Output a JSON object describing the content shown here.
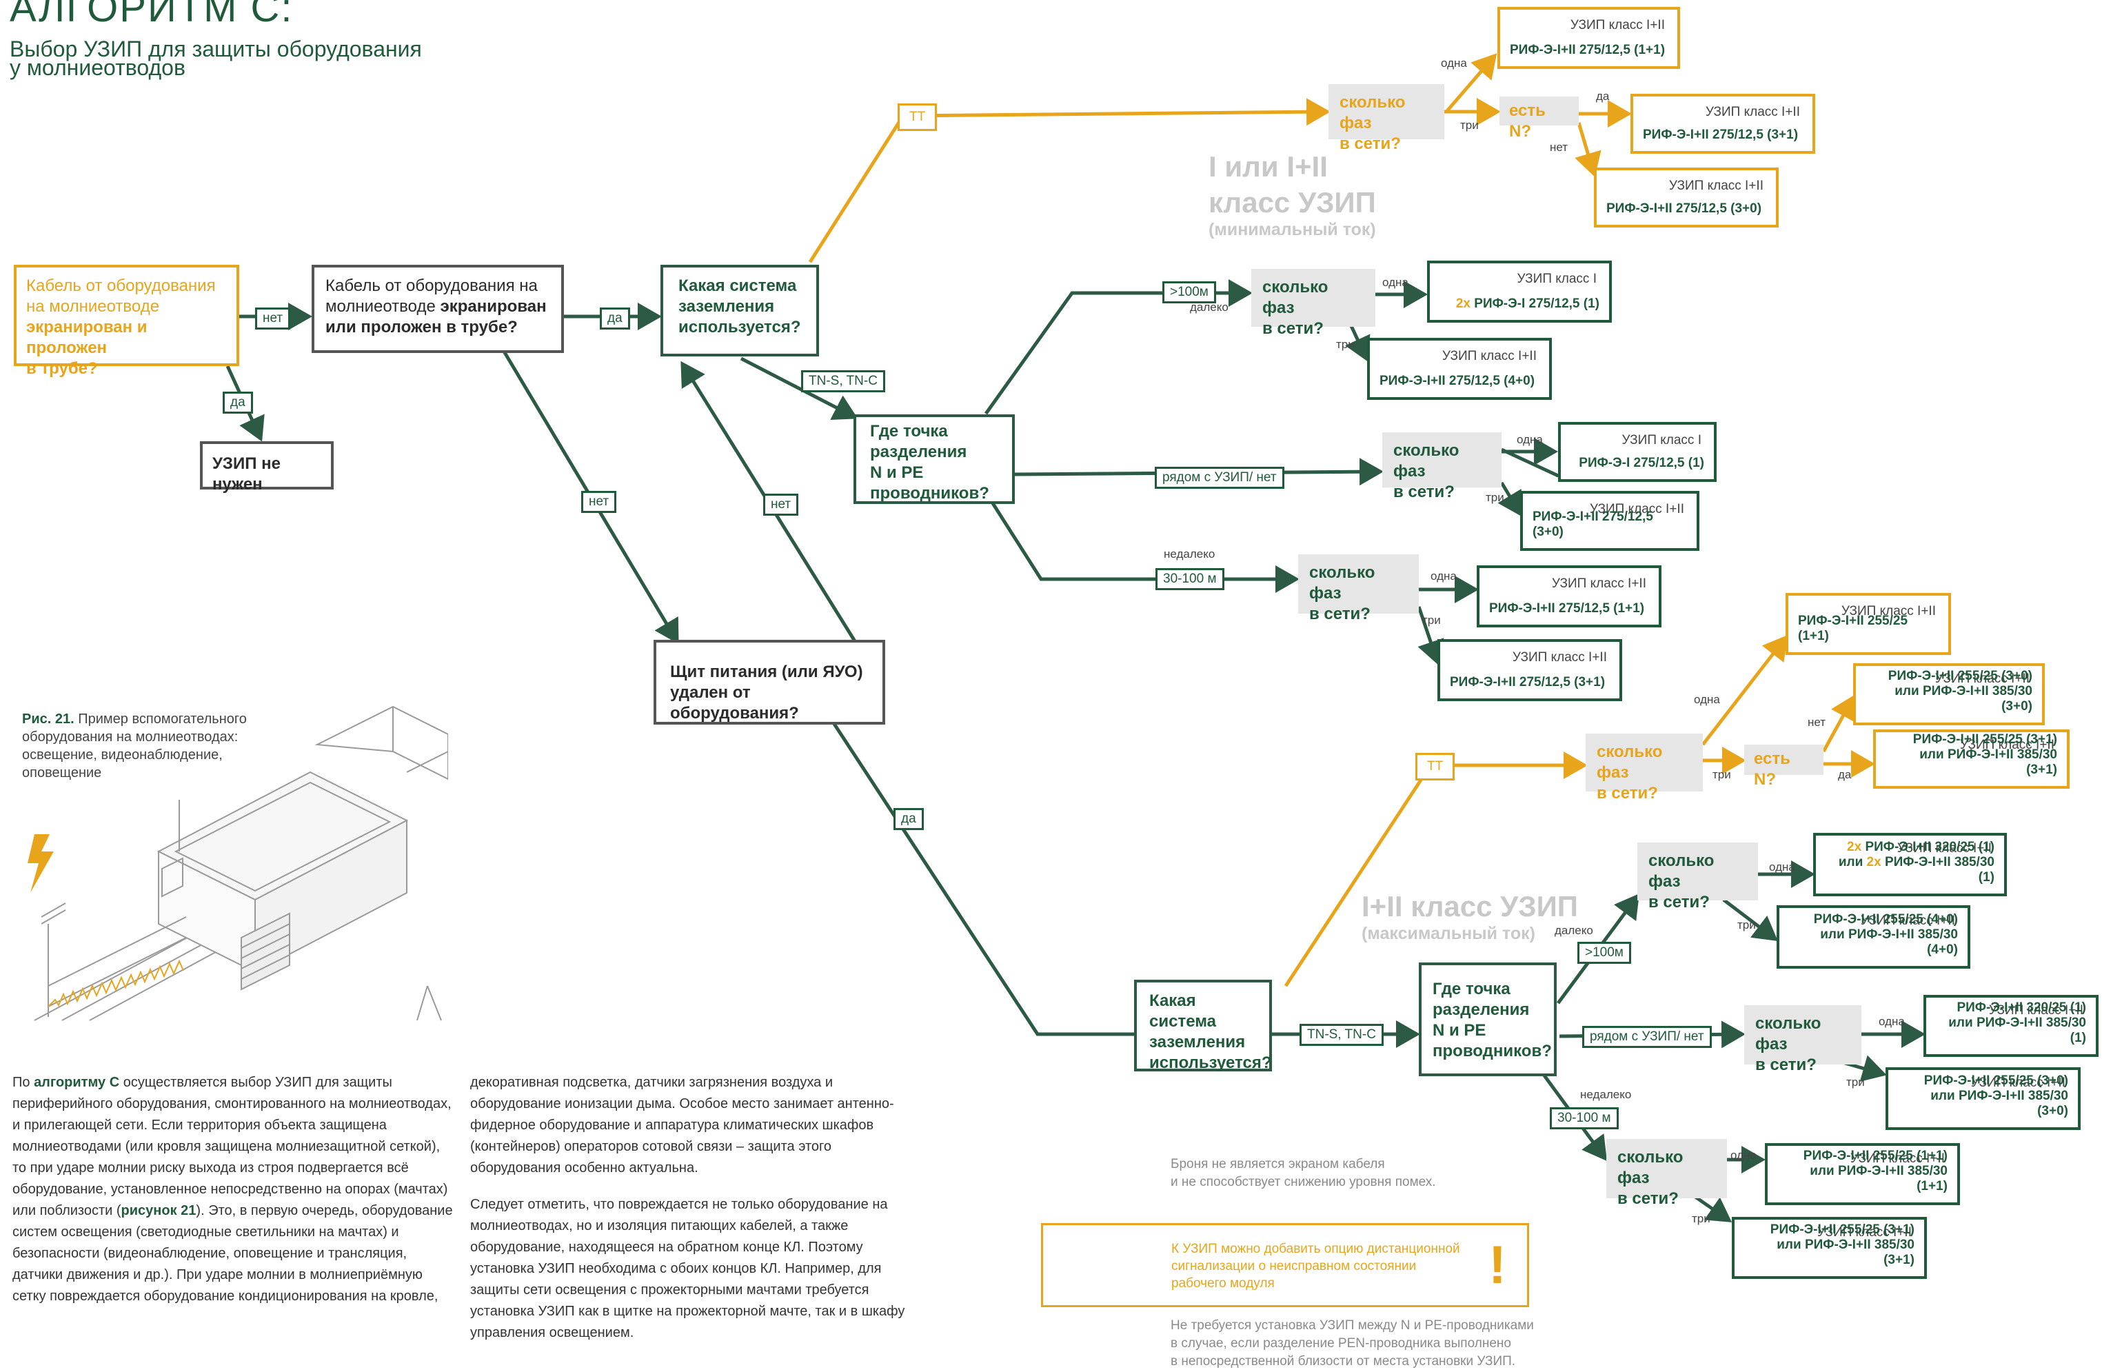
{
  "header": {
    "title": "АЛГОРИТМ С:",
    "subtitle_line1": "Выбор УЗИП для защиты оборудования",
    "subtitle_line2": "у молниеотводов"
  },
  "nodes": {
    "start_line1": "Кабель от оборудования",
    "start_line2": "на молниеотводе",
    "start_line3": "экранирован и проложен",
    "start_line4": "в трубе?",
    "q2_line1": "Кабель от оборудования на",
    "q2_line2": "молниеотводе ",
    "q2_bold2": "экранирован",
    "q2_line3": "или проложен в трубе?",
    "no_spd": "УЗИП не нужен",
    "grounding1_line1": "Какая система",
    "grounding1_line2": "заземления",
    "grounding1_line3": "используется?",
    "panel_line1": "Щит питания (или ЯУО)",
    "panel_line2": "удален от оборудования?",
    "split1_line1": "Где точка",
    "split1_line2": "разделения",
    "split1_line3": "N и PE",
    "split1_line4": "проводников?",
    "grounding2_line1": "Какая система",
    "grounding2_line2": "заземления",
    "grounding2_line3": "используется?",
    "split2_line1": "Где точка",
    "split2_line2": "разделения",
    "split2_line3": "N и PE",
    "split2_line4": "проводников?"
  },
  "questions": {
    "phases_l1": "сколько фаз",
    "phases_l2": "в сети?",
    "has_n": "есть N?"
  },
  "edge_labels": {
    "yes": "да",
    "no": "нет",
    "tt": "ТТ",
    "tns_tnc": "TN-S, TN-C",
    "over100": ">100м",
    "far": "далеко",
    "near_spd": "рядом с УЗИП/ нет",
    "near_spd2": "рядом с УЗИП/ нет",
    "not_far": "недалеко",
    "range_30_100": "30-100 м",
    "one": "одна",
    "three": "три"
  },
  "class_labels": {
    "min_line1": "I или I+II",
    "min_line2": "класс УЗИП",
    "min_sub": "(минимальный ток)",
    "max_line1": "I+II класс УЗИП",
    "max_sub": "(максимальный ток)"
  },
  "results": [
    {
      "cls": "УЗИП класс I+II",
      "val": "РИФ-Э-I+II 275/12,5 (1+1)"
    },
    {
      "cls": "УЗИП класс I+II",
      "val": "РИФ-Э-I+II 275/12,5 (3+1)"
    },
    {
      "cls": "УЗИП класс I+II",
      "val": "РИФ-Э-I+II 275/12,5 (3+0)"
    },
    {
      "cls": "УЗИП класс I",
      "prefix": "2х ",
      "val": "РИФ-Э-I 275/12,5 (1)"
    },
    {
      "cls": "УЗИП класс I+II",
      "val": "РИФ-Э-I+II 275/12,5 (4+0)"
    },
    {
      "cls": "УЗИП класс I",
      "val": "РИФ-Э-I 275/12,5 (1)"
    },
    {
      "cls": "УЗИП класс I+II",
      "val": "РИФ-Э-I+II 275/12,5 (3+0)"
    },
    {
      "cls": "УЗИП класс I+II",
      "val": "РИФ-Э-I+II 275/12,5 (1+1)"
    },
    {
      "cls": "УЗИП класс I+II",
      "val": "РИФ-Э-I+II 275/12,5 (3+1)"
    },
    {
      "cls": "УЗИП класс I+II",
      "val": "РИФ-Э-I+II 255/25 (1+1)"
    },
    {
      "cls": "УЗИП класс I+II",
      "val": "РИФ-Э-I+II 255/25 (3+0)",
      "val2": "или РИФ-Э-I+II 385/30 (3+0)"
    },
    {
      "cls": "УЗИП класс I+II",
      "val": "РИФ-Э-I+II 255/25 (3+1)",
      "val2": "или РИФ-Э-I+II 385/30 (3+1)"
    },
    {
      "cls": "УЗИП класс I+II",
      "prefix": "2х ",
      "val": "РИФ-Э-I+II 320/25 (1)",
      "pre2": "или ",
      "prefix2": "2х ",
      "val2": "РИФ-Э-I+II 385/30 (1)"
    },
    {
      "cls": "УЗИП класс I+II",
      "val": "РИФ-Э-I+II 255/25 (4+0)",
      "val2": "или РИФ-Э-I+II 385/30 (4+0)"
    },
    {
      "cls": "УЗИП класс I+II",
      "val": "РИФ-Э-I+II 320/25 (1)",
      "val2": "или РИФ-Э-I+II 385/30 (1)"
    },
    {
      "cls": "УЗИП класс I+II",
      "val": "РИФ-Э-I+II 255/25 (3+0)",
      "val2": "или РИФ-Э-I+II 385/30 (3+0)"
    },
    {
      "cls": "УЗИП класс I+II",
      "val": "РИФ-Э-I+II 255/25 (1+1)",
      "val2": "или РИФ-Э-I+II 385/30 (1+1)"
    },
    {
      "cls": "УЗИП класс I+II",
      "val": "РИФ-Э-I+II 255/25 (3+1)",
      "val2": "или РИФ-Э-I+II 385/30 (3+1)"
    }
  ],
  "figure": {
    "caption_bold": "Рис. 21.",
    "caption_rest": " Пример вспомогательного оборудования на молниеотводах: освещение, видеонаблюдение, оповещение"
  },
  "text": {
    "col1_p1_a": "По ",
    "col1_p1_b": "алгоритму С",
    "col1_p1_c": " осуществляется выбор УЗИП для защиты периферийного оборудования, смонтированного на молниеотводах, и прилегающей сети. Если территория объекта защищена молниеотводами (или кровля защищена молниезащитной сеткой), то при ударе молнии риску выхода из строя подвергается всё оборудование, установленное непосредственно на опорах (мачтах) или поблизости (",
    "col1_p1_d": "рисунок 21",
    "col1_p1_e": "). Это, в первую очередь, оборудование систем освещения (светодиодные светильники на мачтах) и безопасности (видеонаблюдение, оповещение и трансляция, датчики движения и др.). При ударе молнии в молниеприёмную сетку повреждается оборудование кондиционирования на кровле,",
    "col2_p1": "декоративная подсветка, датчики загрязнения воздуха и оборудование ионизации дыма. Особое место занимает антенно-фидерное оборудование и аппаратура климатических шкафов (контейнеров) операторов сотовой связи – защита этого оборудования особенно актуальна.",
    "col2_p2": "Следует отметить, что повреждается не только оборудование на молниеотводах, но и изоляция питающих кабелей, а также оборудование, находящееся на обратном конце КЛ. Поэтому установка УЗИП необходима с обоих концов КЛ. Например, для защиты сети освещения с прожекторными мачтами требуется установка УЗИП как в щитке на прожекторной мачте, так и в шкафу управления освещением."
  },
  "notes": {
    "armor_line1": "Броня не является экраном кабеля",
    "armor_line2": "и не способствует снижению уровня помех.",
    "remote_line1": "К УЗИП можно добавить опцию дистанционной",
    "remote_line2": "сигнализации о неисправном состоянии",
    "remote_line3": "рабочего модуля",
    "remote_mark": "!",
    "pen_line1": "Не требуется установка УЗИП между N и PE-проводниками",
    "pen_line2": "в случае, если разделение PEN-проводника выполнено",
    "pen_line3": "в непосредственной близости от места установки УЗИП."
  },
  "colors": {
    "green": "#1f5a3a",
    "line_green": "#2d5a45",
    "orange": "#e8a51c",
    "grey_fill": "#e6e6e6",
    "class_grey": "#c8c8c8"
  }
}
